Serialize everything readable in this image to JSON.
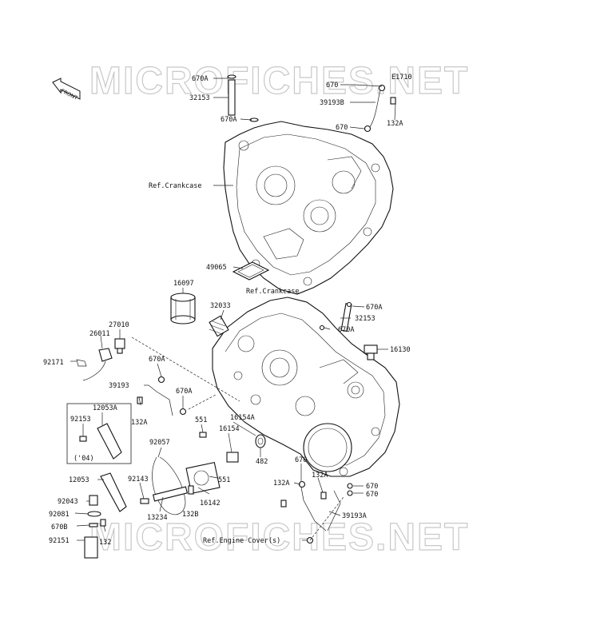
{
  "watermark": "MICROFICHES.NET",
  "code": "E1710",
  "front_label": "FRONT",
  "labels": {
    "l670A_1": "670A",
    "l32153_1": "32153",
    "l670A_2": "670A",
    "l670_1": "670",
    "l39193B": "39193B",
    "l132A_1": "132A",
    "l670_2": "670",
    "refCrankcase1": "Ref.Crankcase",
    "l49065": "49065",
    "l16097": "16097",
    "refCrankcase2": "Ref.Crankcase",
    "l32033": "32033",
    "l670A_3": "670A",
    "l32153_2": "32153",
    "l670A_4": "670A",
    "l27010": "27010",
    "l26011": "26011",
    "l16130": "16130",
    "l92171": "92171",
    "l670A_5": "670A",
    "l39193": "39193",
    "l670A_6": "670A",
    "l12053A": "12053A",
    "l132A_2": "132A",
    "l92153": "92153",
    "l04": "('04)",
    "l551_1": "551",
    "l16154A": "16154A",
    "l16154": "16154",
    "l92057": "92057",
    "l482": "482",
    "l670_3": "670",
    "l551_2": "551",
    "l12053": "12053",
    "l92143": "92143",
    "l132A_3": "132A",
    "l132A_4": "132A",
    "l670_4": "670",
    "l670_5": "670",
    "l92043": "92043",
    "l16142": "16142",
    "l132B": "132B",
    "l92081": "92081",
    "l13234": "13234",
    "l39193A": "39193A",
    "l670B": "670B",
    "l92151": "92151",
    "l132": "132",
    "refEngineCover": "Ref.Engine Cover(s)"
  }
}
